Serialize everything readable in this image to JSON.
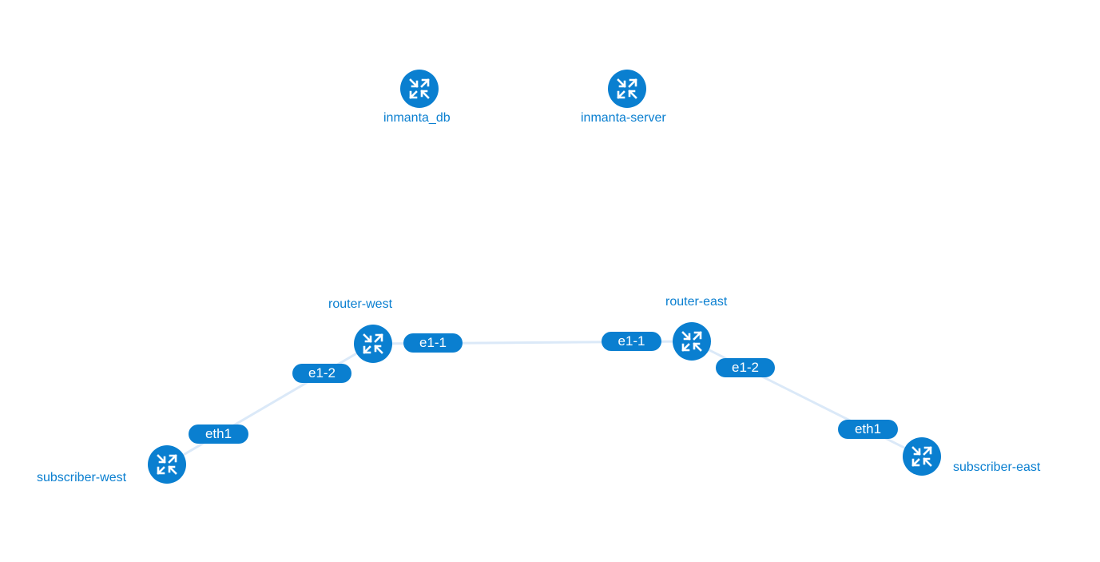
{
  "colors": {
    "node_fill": "#0a7fd0",
    "label_text": "#0a7fd0",
    "port_fill": "#0a7fd0",
    "port_text": "#ffffff",
    "link_stroke": "#dbe9f8",
    "background": "#ffffff"
  },
  "nodes": {
    "inmanta_db": {
      "label": "inmanta_db",
      "icon": "router-arrows-icon"
    },
    "inmanta_server": {
      "label": "inmanta-server",
      "icon": "router-arrows-icon"
    },
    "router_west": {
      "label": "router-west",
      "icon": "router-arrows-icon"
    },
    "router_east": {
      "label": "router-east",
      "icon": "router-arrows-icon"
    },
    "subscriber_west": {
      "label": "subscriber-west",
      "icon": "router-arrows-icon"
    },
    "subscriber_east": {
      "label": "subscriber-east",
      "icon": "router-arrows-icon"
    }
  },
  "ports": {
    "router_west_e1_1": "e1-1",
    "router_west_e1_2": "e1-2",
    "router_east_e1_1": "e1-1",
    "router_east_e1_2": "e1-2",
    "subscriber_west_eth1": "eth1",
    "subscriber_east_eth1": "eth1"
  },
  "links": [
    {
      "from": "router-west:e1-1",
      "to": "router-east:e1-1"
    },
    {
      "from": "router-west:e1-2",
      "to": "subscriber-west:eth1"
    },
    {
      "from": "router-east:e1-2",
      "to": "subscriber-east:eth1"
    }
  ]
}
